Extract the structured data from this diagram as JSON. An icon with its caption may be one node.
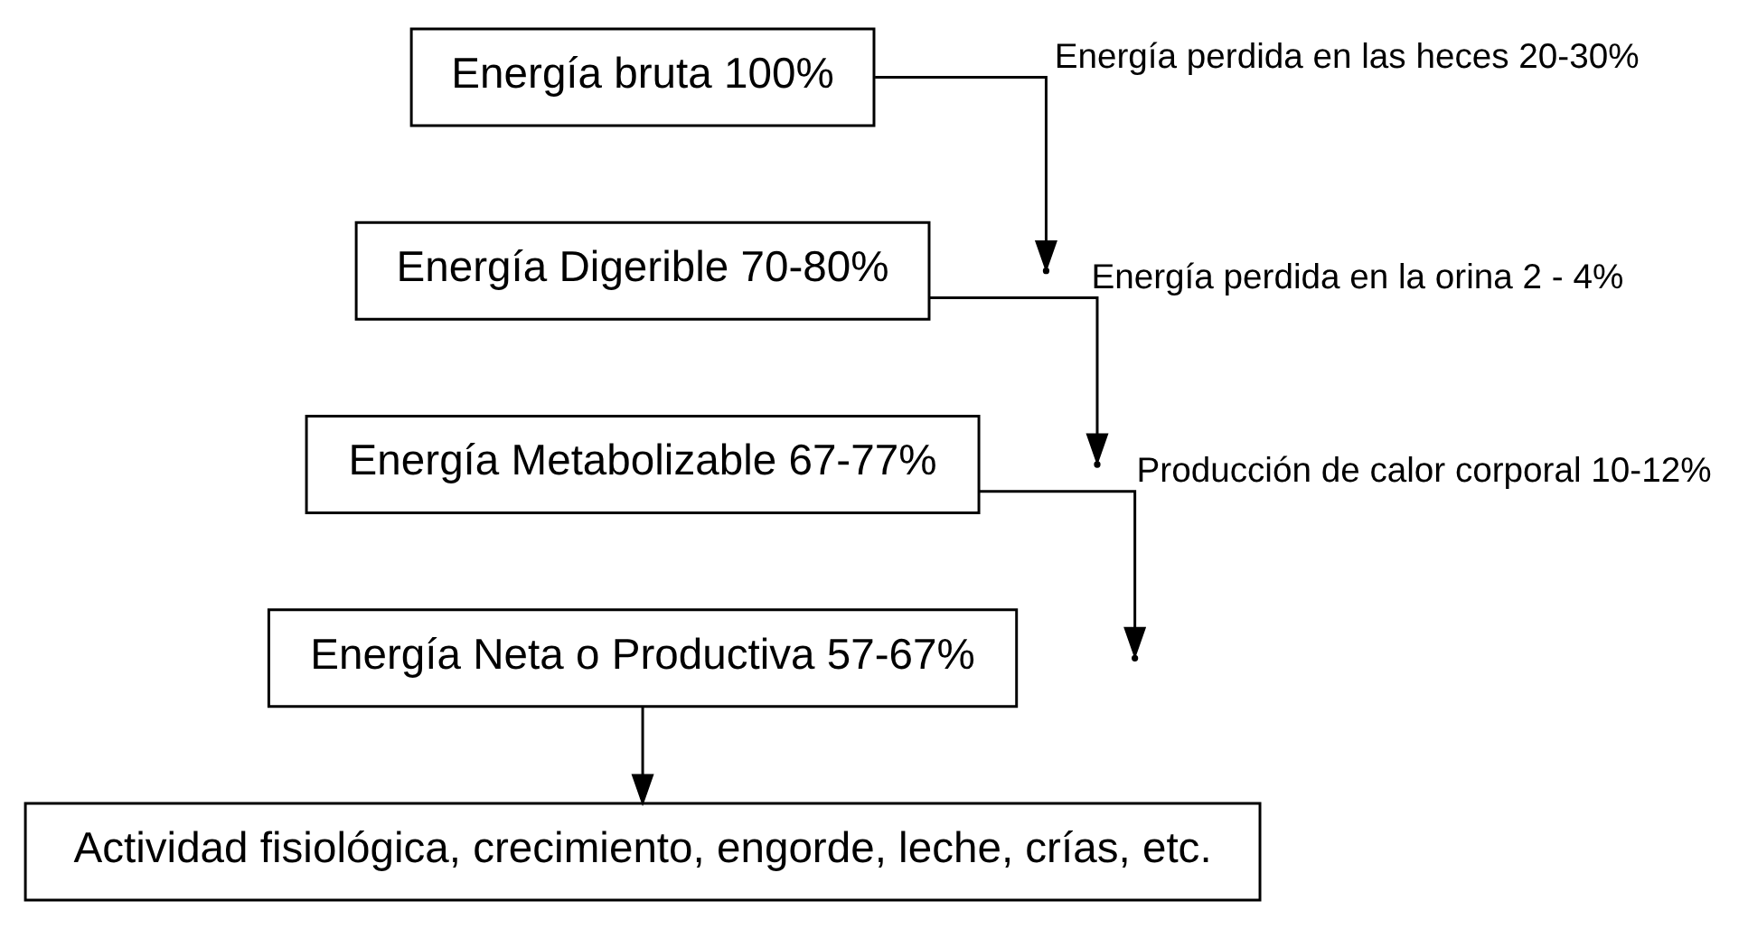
{
  "diagram": {
    "nodes": [
      {
        "text": [
          "Energía bruta 100%"
        ]
      },
      {
        "text": [
          "Energía Digerible 70-80%"
        ]
      },
      {
        "text": [
          "Energía Metabolizable 67-77%"
        ]
      },
      {
        "text": [
          "Energía Neta o Productiva 57-67%"
        ]
      },
      {
        "text": [
          "Actividad fisiológica, crecimiento, engorde, leche, crías, etc."
        ]
      }
    ],
    "edges": [
      {
        "from": 0,
        "to": null,
        "arrow": "to",
        "label": "Energía perdida en las heces 20-30%"
      },
      {
        "from": 1,
        "to": null,
        "arrow": "to",
        "label": "Energía perdida en la orina 2 - 4%"
      },
      {
        "from": 2,
        "to": null,
        "arrow": "to",
        "label": "Producción de calor corporal 10-12%"
      },
      {
        "from": 3,
        "to": 4,
        "arrow": "to"
      }
    ]
  }
}
